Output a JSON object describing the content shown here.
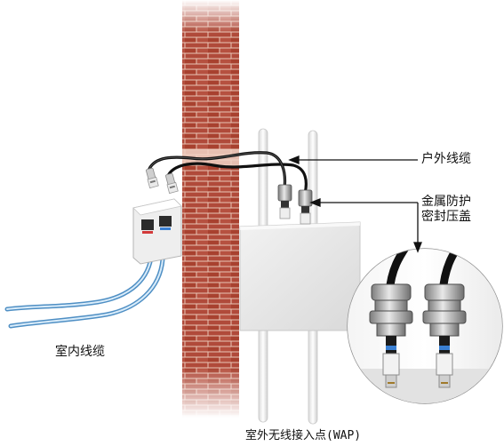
{
  "labels": {
    "outdoor_cable": "户外线缆",
    "gland_line1": "金属防护",
    "gland_line2": "密封压盖",
    "indoor_cable": "室内线缆",
    "wap": "室外无线接入点(WAP)"
  },
  "colors": {
    "brick": "#b04a3a",
    "mortar": "#e9c5b6",
    "indoor_cable": "#5aa0d8",
    "outdoor_cable": "#111111",
    "wap_body": "#e6e6e6",
    "metal": "#a9a9a9",
    "jack_red": "#d23a3a",
    "jack_blue": "#3a7fd2"
  },
  "icons": [
    "brick-wall",
    "wall-jack-icon",
    "rj45-plug-icon",
    "cable-gland-icon",
    "antenna-icon",
    "magnifier-circle"
  ]
}
